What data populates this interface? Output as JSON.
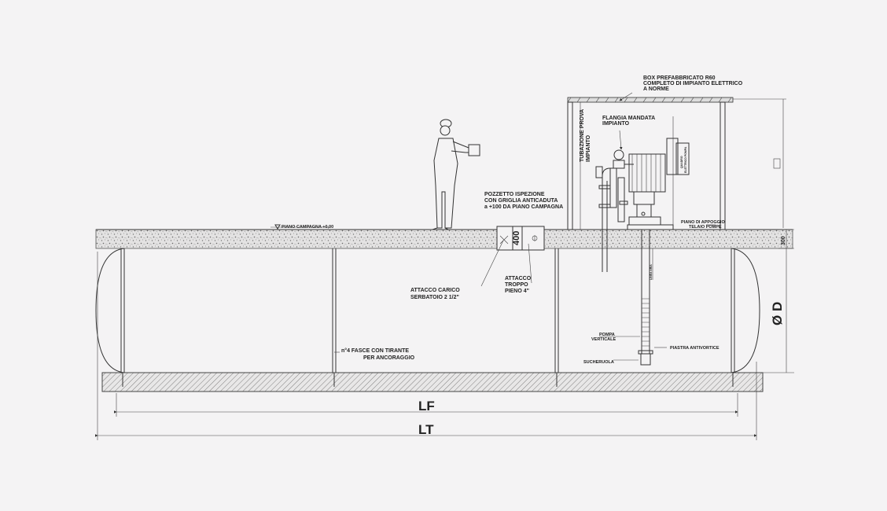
{
  "labels": {
    "box": [
      "BOX PREFABBRICATO R60",
      "COMPLETO DI IMPIANTO ELETTRICO",
      "A NORME"
    ],
    "flangia": [
      "FLANGIA MANDATA",
      "IMPIANTO"
    ],
    "tubazione": [
      "TUBAZIONE PROVA",
      "IMPIANTO"
    ],
    "pozzetto": [
      "POZZETTO ISPEZIONE",
      "CON GRIGLIA ANTICADUTA",
      "a +100 DA PIANO CAMPAGNA"
    ],
    "piano_campagna": "PIANO CAMPAGNA +0,00",
    "piano_appoggio": [
      "PIANO DI APPOGGIO",
      "TELAIO POMPE"
    ],
    "quadro": [
      "QUADRO",
      "ELETTRICO POMPA"
    ],
    "linea_aria": "LINEA ARIA",
    "attacco_carico": [
      "ATTACCO CARICO",
      "SERBATOIO 2 1/2\""
    ],
    "attacco_troppo": [
      "ATTACCO",
      "TROPPO",
      "PIENO 4\""
    ],
    "fasce": [
      "n°4 FASCE CON TIRANTE",
      "PER ANCORAGGIO"
    ],
    "pompa": [
      "POMPA",
      "VERTICALE"
    ],
    "piastra": "PIASTRA ANTIVORTICE",
    "succheruola": "SUCHERUOLA"
  },
  "dimensions": {
    "pozzetto_height": "400",
    "ground_depth": "300",
    "diameter": "Ø D",
    "lf": "LF",
    "lt": "LT"
  }
}
